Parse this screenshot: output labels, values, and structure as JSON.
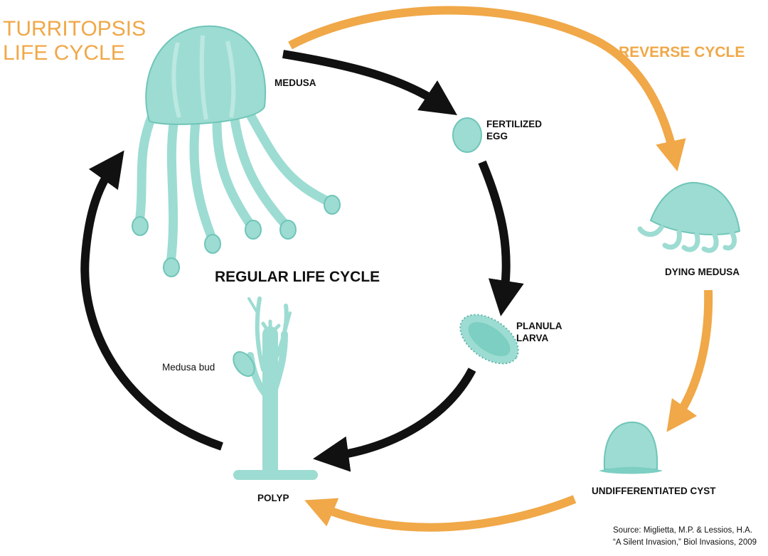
{
  "title": {
    "line1": "TURRITOPSIS",
    "line2": "LIFE CYCLE"
  },
  "cycles": {
    "regular": "REGULAR LIFE CYCLE",
    "reverse": "REVERSE CYCLE"
  },
  "stages": {
    "medusa": "MEDUSA",
    "fertilized_egg_line1": "FERTILIZED",
    "fertilized_egg_line2": "EGG",
    "planula_larva_line1": "PLANULA",
    "planula_larva_line2": "LARVA",
    "polyp": "POLYP",
    "medusa_bud": "Medusa bud",
    "dying_medusa": "DYING MEDUSA",
    "undifferentiated_cyst": "UNDIFFERENTIATED CYST"
  },
  "source": {
    "line1": "Source: Miglietta, M.P. & Lessios, H.A.",
    "line2": "“A Silent Invasion,” Biol Invasions, 2009"
  },
  "colors": {
    "accent_orange": "#f0a848",
    "organism_teal": "#9ddcd2",
    "organism_teal_dark": "#6fc5b8",
    "arrow_black": "#111111"
  }
}
